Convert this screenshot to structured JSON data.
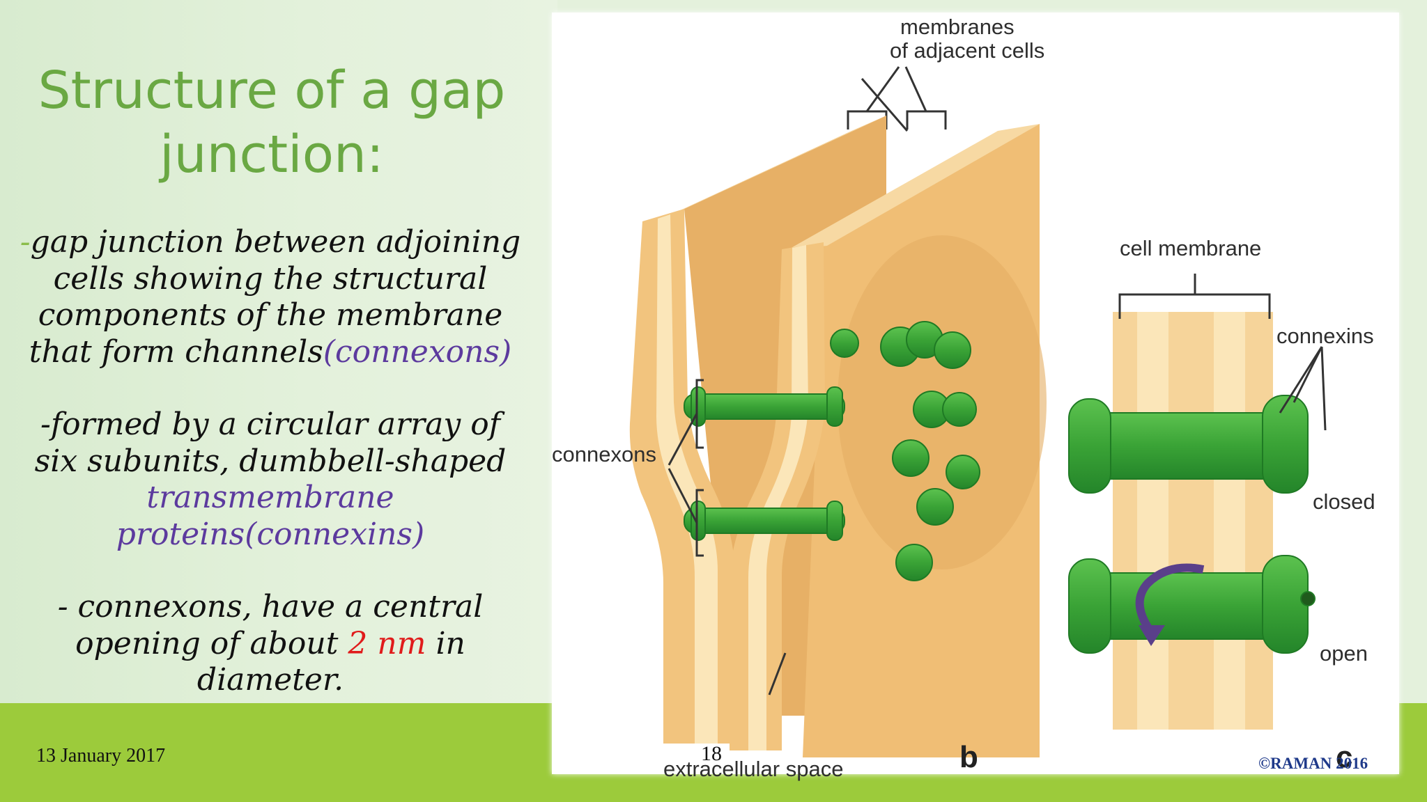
{
  "slide": {
    "title_line1": "Structure of a gap",
    "title_line2": "junction:",
    "p1": {
      "dash": "-",
      "l1": "gap junction between adjoining",
      "l2": "cells showing the structural",
      "l3": "components of the membrane",
      "l4": "that form channels",
      "l4_highlight": "(connexons)"
    },
    "p2": {
      "l1": "-formed by a circular array of",
      "l2": "six subunits, dumbbell-shaped",
      "l3_highlight": "transmembrane",
      "l4_highlight": "proteins(connexins)"
    },
    "p3": {
      "l1": "- connexons, have a central",
      "l2_pre": "opening of about ",
      "l2_highlight": "2 nm",
      "l2_post": " in",
      "l3": "diameter."
    },
    "footer": {
      "date": "13 January 2017",
      "page_number": "18",
      "copyright": "©RAMAN 2016"
    }
  },
  "figure": {
    "labels": {
      "membranes_1": "membranes",
      "membranes_2": "of adjacent cells",
      "cell_membrane": "cell membrane",
      "connexins": "connexins",
      "connexons": "connexons",
      "closed": "closed",
      "open": "open",
      "extracellular": "extracellular space",
      "panel_b": "b",
      "panel_c": "c"
    },
    "colors": {
      "membrane": "#f2c47e",
      "membrane_light": "#fbe6b9",
      "membrane_side": "#e7b066",
      "connexin": "#3aa336",
      "connexin_dark": "#1f7a24",
      "arrow": "#5a3f8a"
    }
  }
}
